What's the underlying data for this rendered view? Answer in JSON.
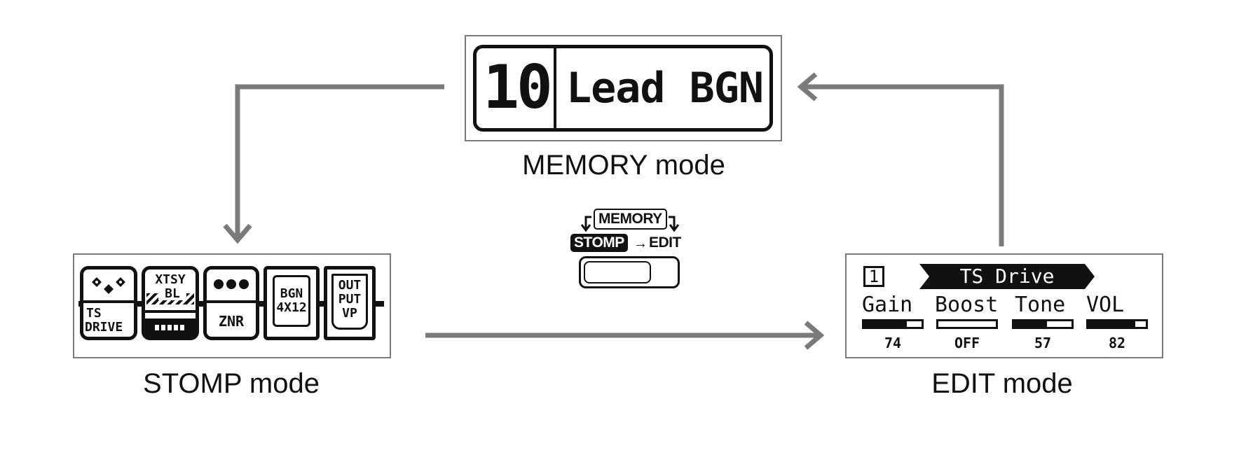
{
  "memory": {
    "patch_number": "10",
    "patch_name": "Lead BGN",
    "label": "MEMORY mode"
  },
  "stomp": {
    "label": "STOMP mode",
    "pedals": [
      {
        "id": "ts-drive",
        "text_top": "",
        "text_bottom_1": "TS",
        "text_bottom_2": "DRIVE",
        "icon": "three-knobs-icon"
      },
      {
        "id": "xtsy-bl",
        "text_top": "XTSY",
        "text_bottom_1": "BL",
        "text_bottom_2": "",
        "icon": "hatched-panel-icon"
      },
      {
        "id": "znr",
        "text_top": "",
        "text_bottom_1": "ZNR",
        "text_bottom_2": "",
        "icon": "three-dots-icon"
      },
      {
        "id": "bgn-4x12",
        "text_top": "BGN",
        "text_bottom_1": "4X12",
        "text_bottom_2": "",
        "icon": "cabinet-icon"
      },
      {
        "id": "output-vp",
        "text_top": "OUT",
        "text_bottom_1": "PUT",
        "text_bottom_2": "VP",
        "icon": "output-icon"
      }
    ]
  },
  "edit": {
    "label": "EDIT mode",
    "page_number": "1",
    "effect_name": "TS Drive",
    "params": [
      {
        "name": "Gain",
        "value": "74",
        "level": 0.74
      },
      {
        "name": "Boost",
        "value": "OFF",
        "level": 0
      },
      {
        "name": "Tone",
        "value": "57",
        "level": 0.57
      },
      {
        "name": "VOL",
        "value": "82",
        "level": 0.82
      }
    ]
  },
  "switch_legend": {
    "memory": "MEMORY",
    "stomp": "STOMP",
    "edit": "EDIT"
  },
  "colors": {
    "arrow": "#7a7a7a",
    "lcd_ink": "#111111",
    "frame": "#7a7a7a"
  }
}
